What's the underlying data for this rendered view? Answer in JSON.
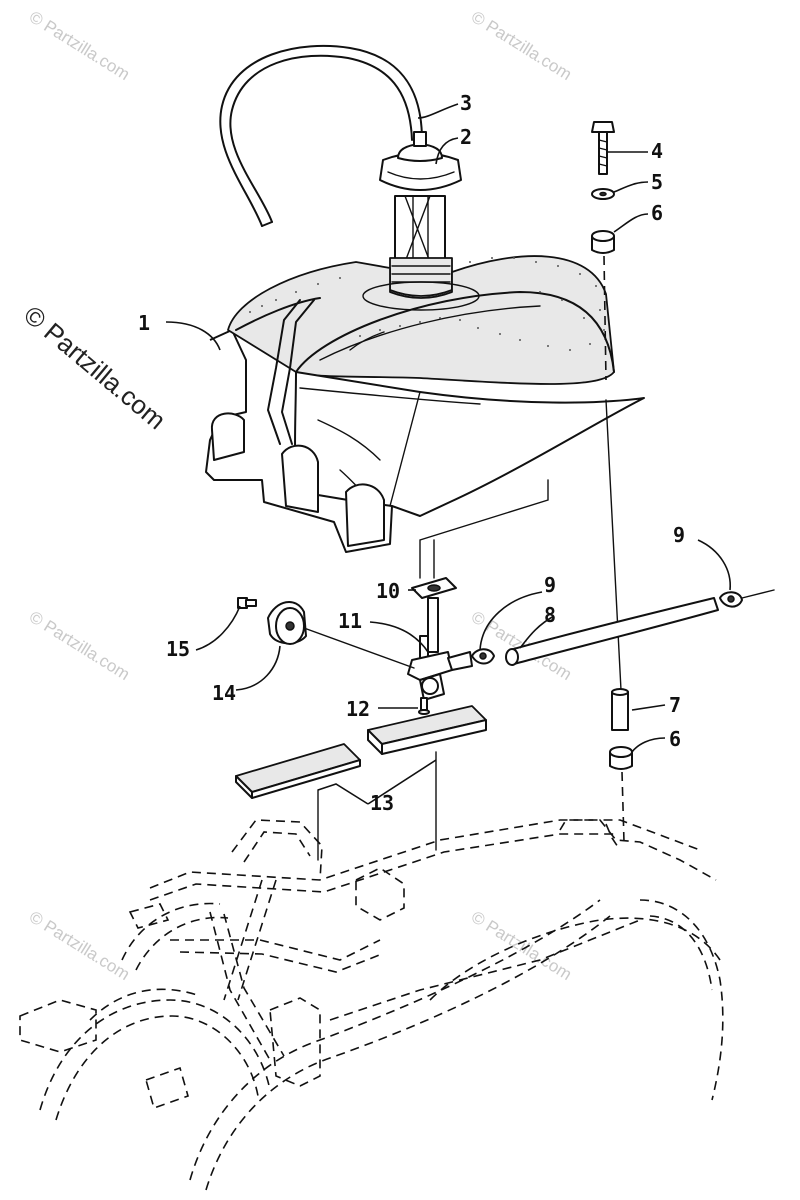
{
  "watermarks": {
    "main": "© Partzilla.com",
    "small": "© Partzilla.com"
  },
  "callouts": [
    {
      "id": "c1",
      "number": "1",
      "part": "fuel-tank"
    },
    {
      "id": "c2",
      "number": "2",
      "part": "fuel-cap"
    },
    {
      "id": "c3",
      "number": "3",
      "part": "vent-hose"
    },
    {
      "id": "c4",
      "number": "4",
      "part": "bolt"
    },
    {
      "id": "c5",
      "number": "5",
      "part": "washer"
    },
    {
      "id": "c6a",
      "number": "6",
      "part": "grommet-upper"
    },
    {
      "id": "c6b",
      "number": "6",
      "part": "grommet-lower"
    },
    {
      "id": "c7",
      "number": "7",
      "part": "spacer"
    },
    {
      "id": "c8",
      "number": "8",
      "part": "fuel-hose"
    },
    {
      "id": "c9a",
      "number": "9",
      "part": "hose-clamp-left"
    },
    {
      "id": "c9b",
      "number": "9",
      "part": "hose-clamp-right"
    },
    {
      "id": "c10",
      "number": "10",
      "part": "gasket"
    },
    {
      "id": "c11",
      "number": "11",
      "part": "fuel-valve"
    },
    {
      "id": "c12",
      "number": "12",
      "part": "valve-screw"
    },
    {
      "id": "c13",
      "number": "13",
      "part": "foam-pad"
    },
    {
      "id": "c14",
      "number": "14",
      "part": "valve-knob"
    },
    {
      "id": "c15",
      "number": "15",
      "part": "knob-screw"
    }
  ]
}
